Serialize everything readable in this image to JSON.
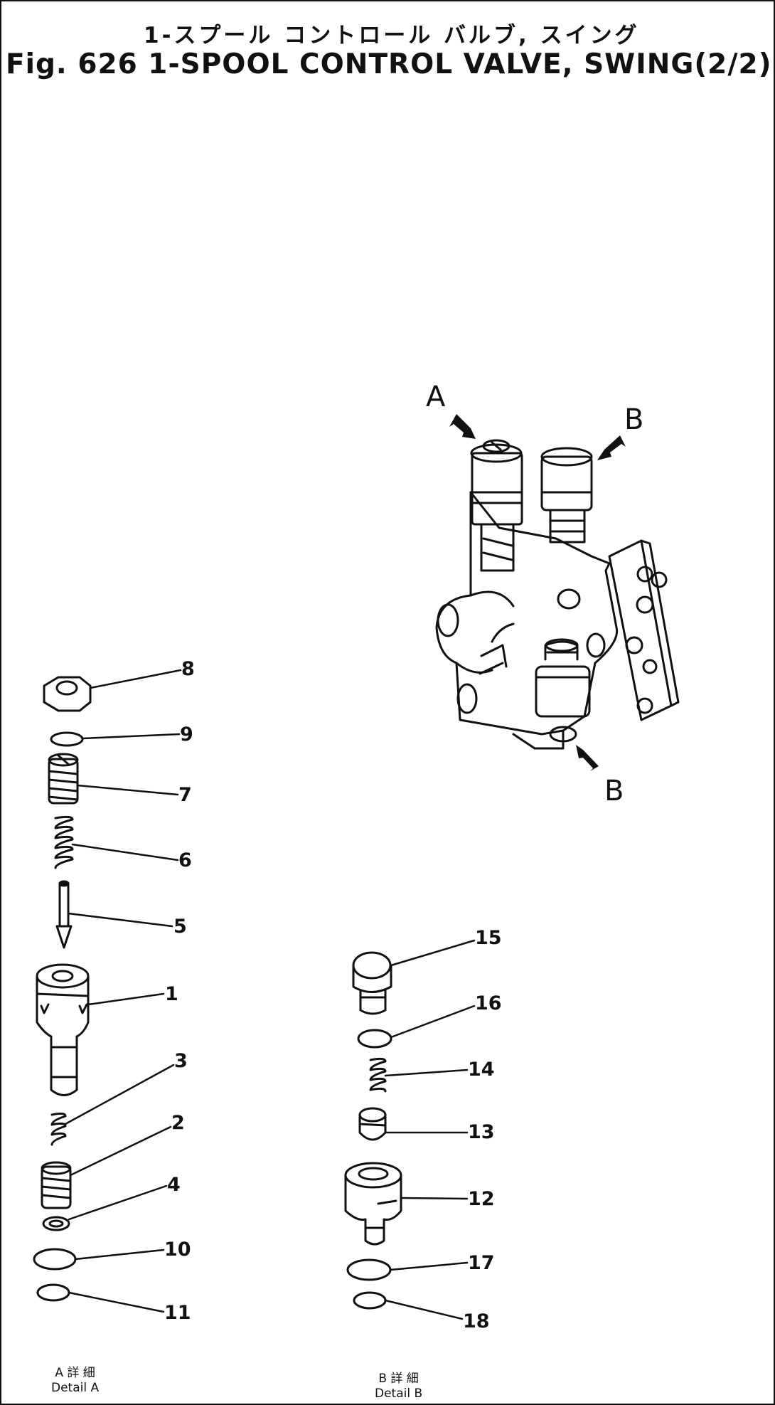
{
  "title": {
    "japanese": "1-スプール コントロール バルブ, スイング",
    "english": "Fig. 626 1-SPOOL CONTROL VALVE, SWING(2/2)"
  },
  "detail_views": [
    {
      "letter": "A",
      "label_jp": "A 詳 細",
      "label_en": "Detail A"
    },
    {
      "letter": "B",
      "label_jp": "B 詳 細",
      "label_en": "Detail B"
    }
  ],
  "part_numbers": {
    "p1": "1",
    "p2": "2",
    "p3": "3",
    "p4": "4",
    "p5": "5",
    "p6": "6",
    "p7": "7",
    "p8": "8",
    "p9": "9",
    "p10": "10",
    "p11": "11",
    "p12": "12",
    "p13": "13",
    "p14": "14",
    "p15": "15",
    "p16": "16",
    "p17": "17",
    "p18": "18"
  },
  "view_arrows": {
    "a": "A",
    "b_top": "B",
    "b_bottom": "B"
  },
  "colors": {
    "ink": "#111111",
    "paper": "#ffffff"
  }
}
